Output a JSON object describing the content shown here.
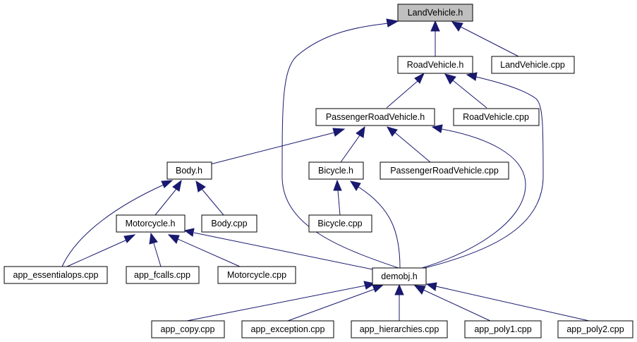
{
  "nodes": {
    "landvehicle_h": "LandVehicle.h",
    "roadvehicle_h": "RoadVehicle.h",
    "landvehicle_cpp": "LandVehicle.cpp",
    "passengerroadvehicle_h": "PassengerRoadVehicle.h",
    "roadvehicle_cpp": "RoadVehicle.cpp",
    "body_h": "Body.h",
    "bicycle_h": "Bicycle.h",
    "passengerroadvehicle_cpp": "PassengerRoadVehicle.cpp",
    "motorcycle_h": "Motorcycle.h",
    "body_cpp": "Body.cpp",
    "bicycle_cpp": "Bicycle.cpp",
    "app_essentialops_cpp": "app_essentialops.cpp",
    "app_fcalls_cpp": "app_fcalls.cpp",
    "motorcycle_cpp": "Motorcycle.cpp",
    "demobj_h": "demobj.h",
    "app_copy_cpp": "app_copy.cpp",
    "app_exception_cpp": "app_exception.cpp",
    "app_hierarchies_cpp": "app_hierarchies.cpp",
    "app_poly1_cpp": "app_poly1.cpp",
    "app_poly2_cpp": "app_poly2.cpp"
  },
  "colors": {
    "edge": "#191970",
    "root_fill": "#bfbfbf",
    "node_fill": "#ffffff",
    "node_stroke": "#000000"
  }
}
